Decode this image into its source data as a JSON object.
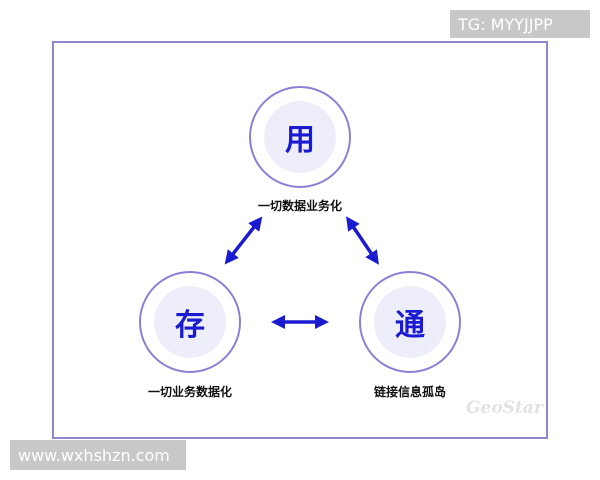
{
  "nodes": [
    {
      "char": "用",
      "label": "一切数据业务化"
    },
    {
      "char": "存",
      "label": "一切业务数据化"
    },
    {
      "char": "通",
      "label": "链接信息孤岛"
    }
  ],
  "watermark": "GeoStar",
  "badges": {
    "top_right": "TG: MYYJJPP",
    "bottom_left": "www.wxhshzn.com"
  },
  "colors": {
    "frame": "#8f86d2",
    "arrow": "#1a1ad0",
    "circle": "#8a80d6",
    "fill": "#eeeefa"
  }
}
